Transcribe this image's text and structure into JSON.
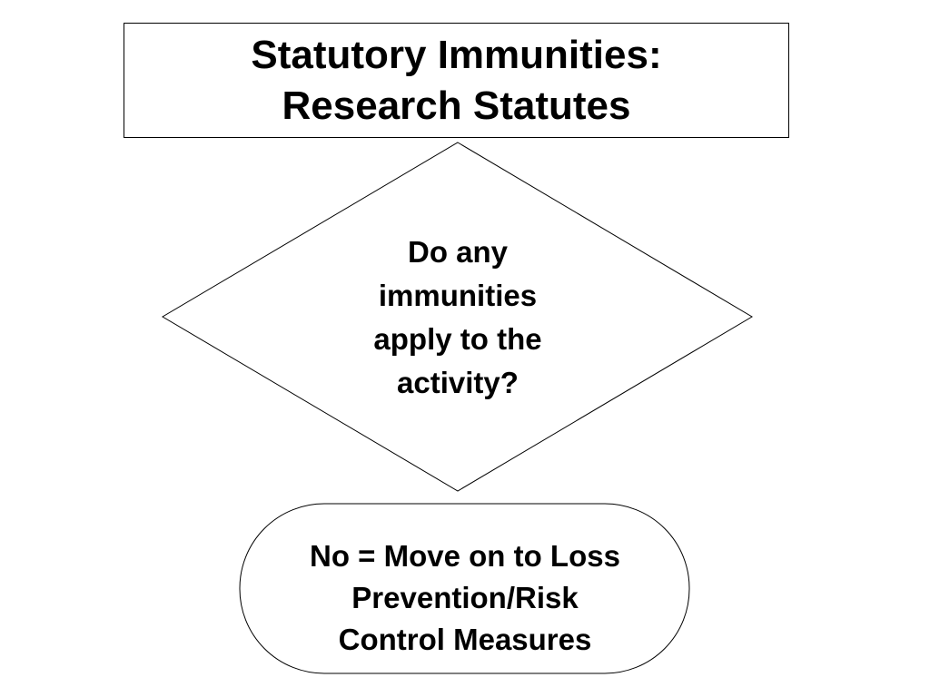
{
  "title": {
    "line1": "Statutory Immunities:",
    "line2": "Research Statutes"
  },
  "decision": {
    "lines": [
      "Do any",
      "immunities",
      "apply to the",
      "activity?"
    ]
  },
  "terminal": {
    "lines": [
      "No = Move on to Loss",
      "Prevention/Risk",
      "Control Measures"
    ]
  },
  "colors": {
    "stroke": "#000000",
    "background": "#ffffff"
  }
}
